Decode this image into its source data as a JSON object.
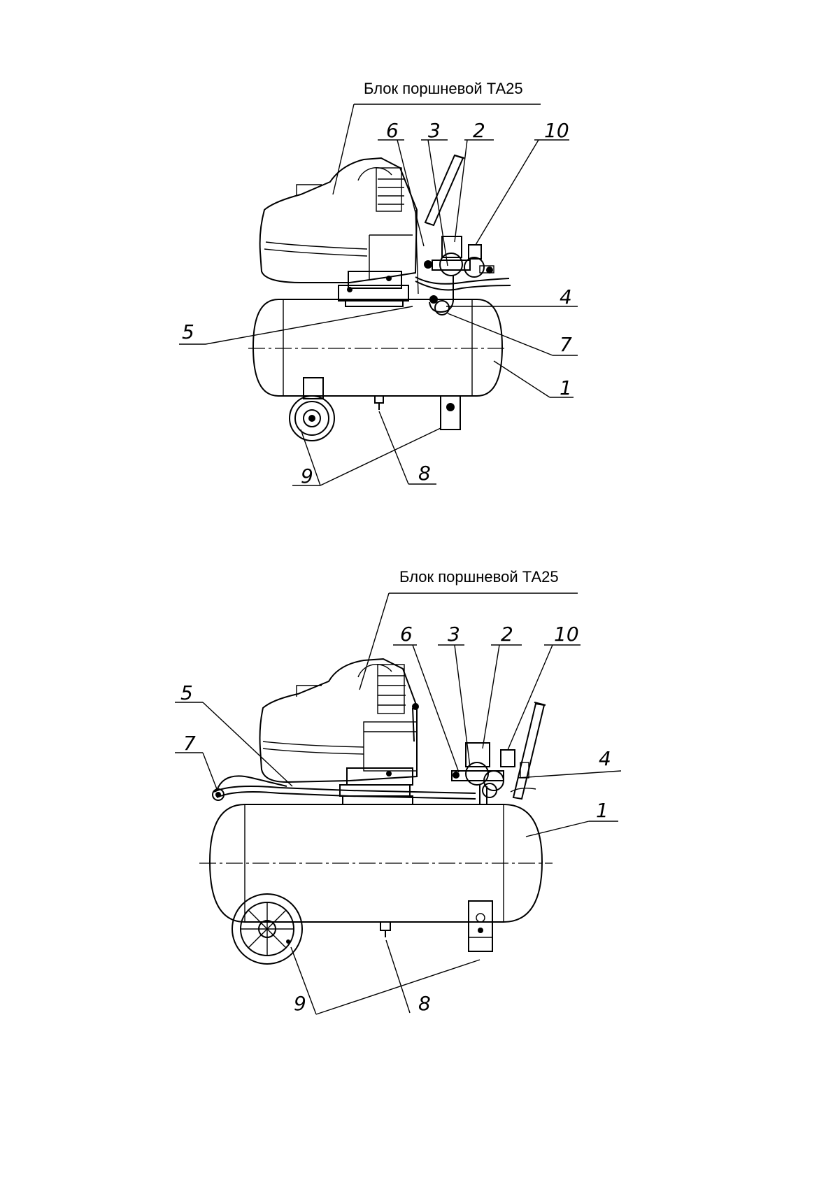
{
  "top_view": {
    "title": "Блок поршневой ТА25",
    "callouts": [
      "1",
      "2",
      "3",
      "4",
      "5",
      "6",
      "7",
      "8",
      "9",
      "10"
    ]
  },
  "bottom_view": {
    "title": "Блок поршневой ТА25",
    "callouts": [
      "1",
      "2",
      "3",
      "4",
      "5",
      "6",
      "7",
      "8",
      "9",
      "10"
    ]
  }
}
